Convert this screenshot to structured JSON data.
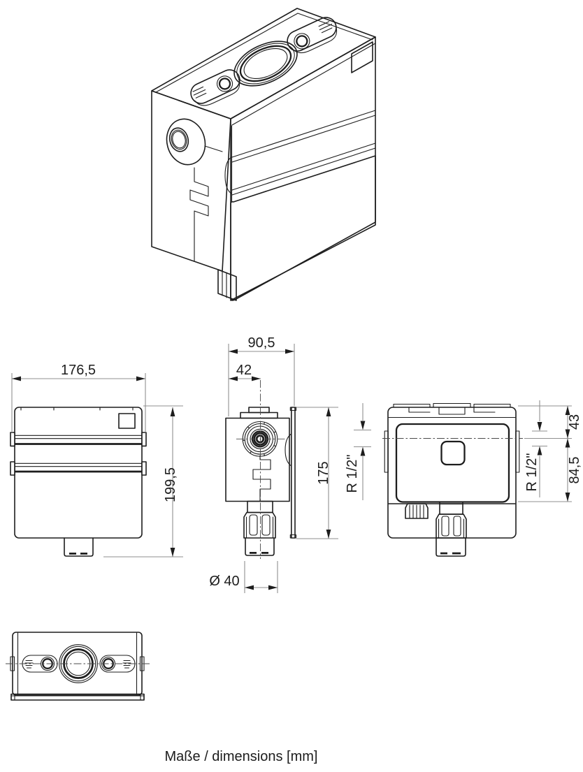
{
  "page": {
    "caption": "Maße / dimensions [mm]",
    "units": "mm",
    "background": "#ffffff"
  },
  "drawing": {
    "line_color": "#1d1d1d",
    "dimension_color": "#8f8f8f",
    "views": {
      "isometric": {
        "name": "isometric view"
      },
      "front": {
        "name": "front view",
        "dimensions": {
          "width": "176,5",
          "height": "199,5"
        }
      },
      "side": {
        "name": "side view",
        "dimensions": {
          "depth": "90,5",
          "inlet_center_offset": "42",
          "flange_height": "175",
          "outlet_diameter": "Ø 40",
          "inlet_thread": "R 1/2\""
        }
      },
      "rear": {
        "name": "rear view",
        "dimensions": {
          "top_to_inlet_center": "43",
          "inlet_center_to_bottom": "84,5",
          "inlet_thread": "R 1/2\""
        }
      },
      "top": {
        "name": "top view"
      }
    }
  }
}
